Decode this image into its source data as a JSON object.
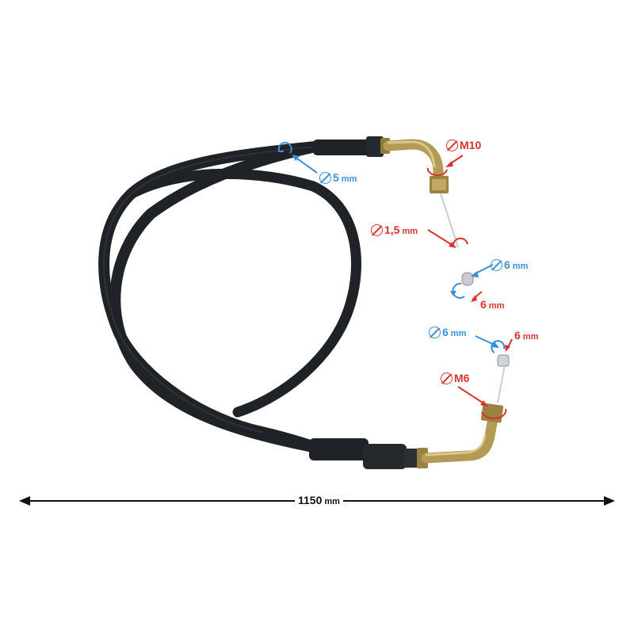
{
  "dimensions": {
    "total_length": {
      "value": "1150",
      "unit": "mm"
    },
    "outer_sheath_diameter": {
      "value": "5",
      "unit": "mm"
    },
    "thread_top": {
      "value": "M10"
    },
    "inner_wire_diameter": {
      "value": "1,5",
      "unit": "mm"
    },
    "top_nipple_diameter": {
      "value": "6",
      "unit": "mm"
    },
    "top_nipple_length": {
      "value": "6",
      "unit": "mm"
    },
    "bottom_nipple_diameter": {
      "value": "6",
      "unit": "mm"
    },
    "bottom_nipple_length": {
      "value": "6",
      "unit": "mm"
    },
    "thread_bottom": {
      "value": "M6"
    }
  },
  "colors": {
    "cable": "#1f2226",
    "metal": "#b39a55",
    "steel": "#c9ccd0",
    "annotation_red": "#d9342b",
    "annotation_blue": "#3a8fd9"
  },
  "icons": [
    "diameter-symbol-icon",
    "rotation-arrow-icon",
    "double-arrow-icon"
  ]
}
